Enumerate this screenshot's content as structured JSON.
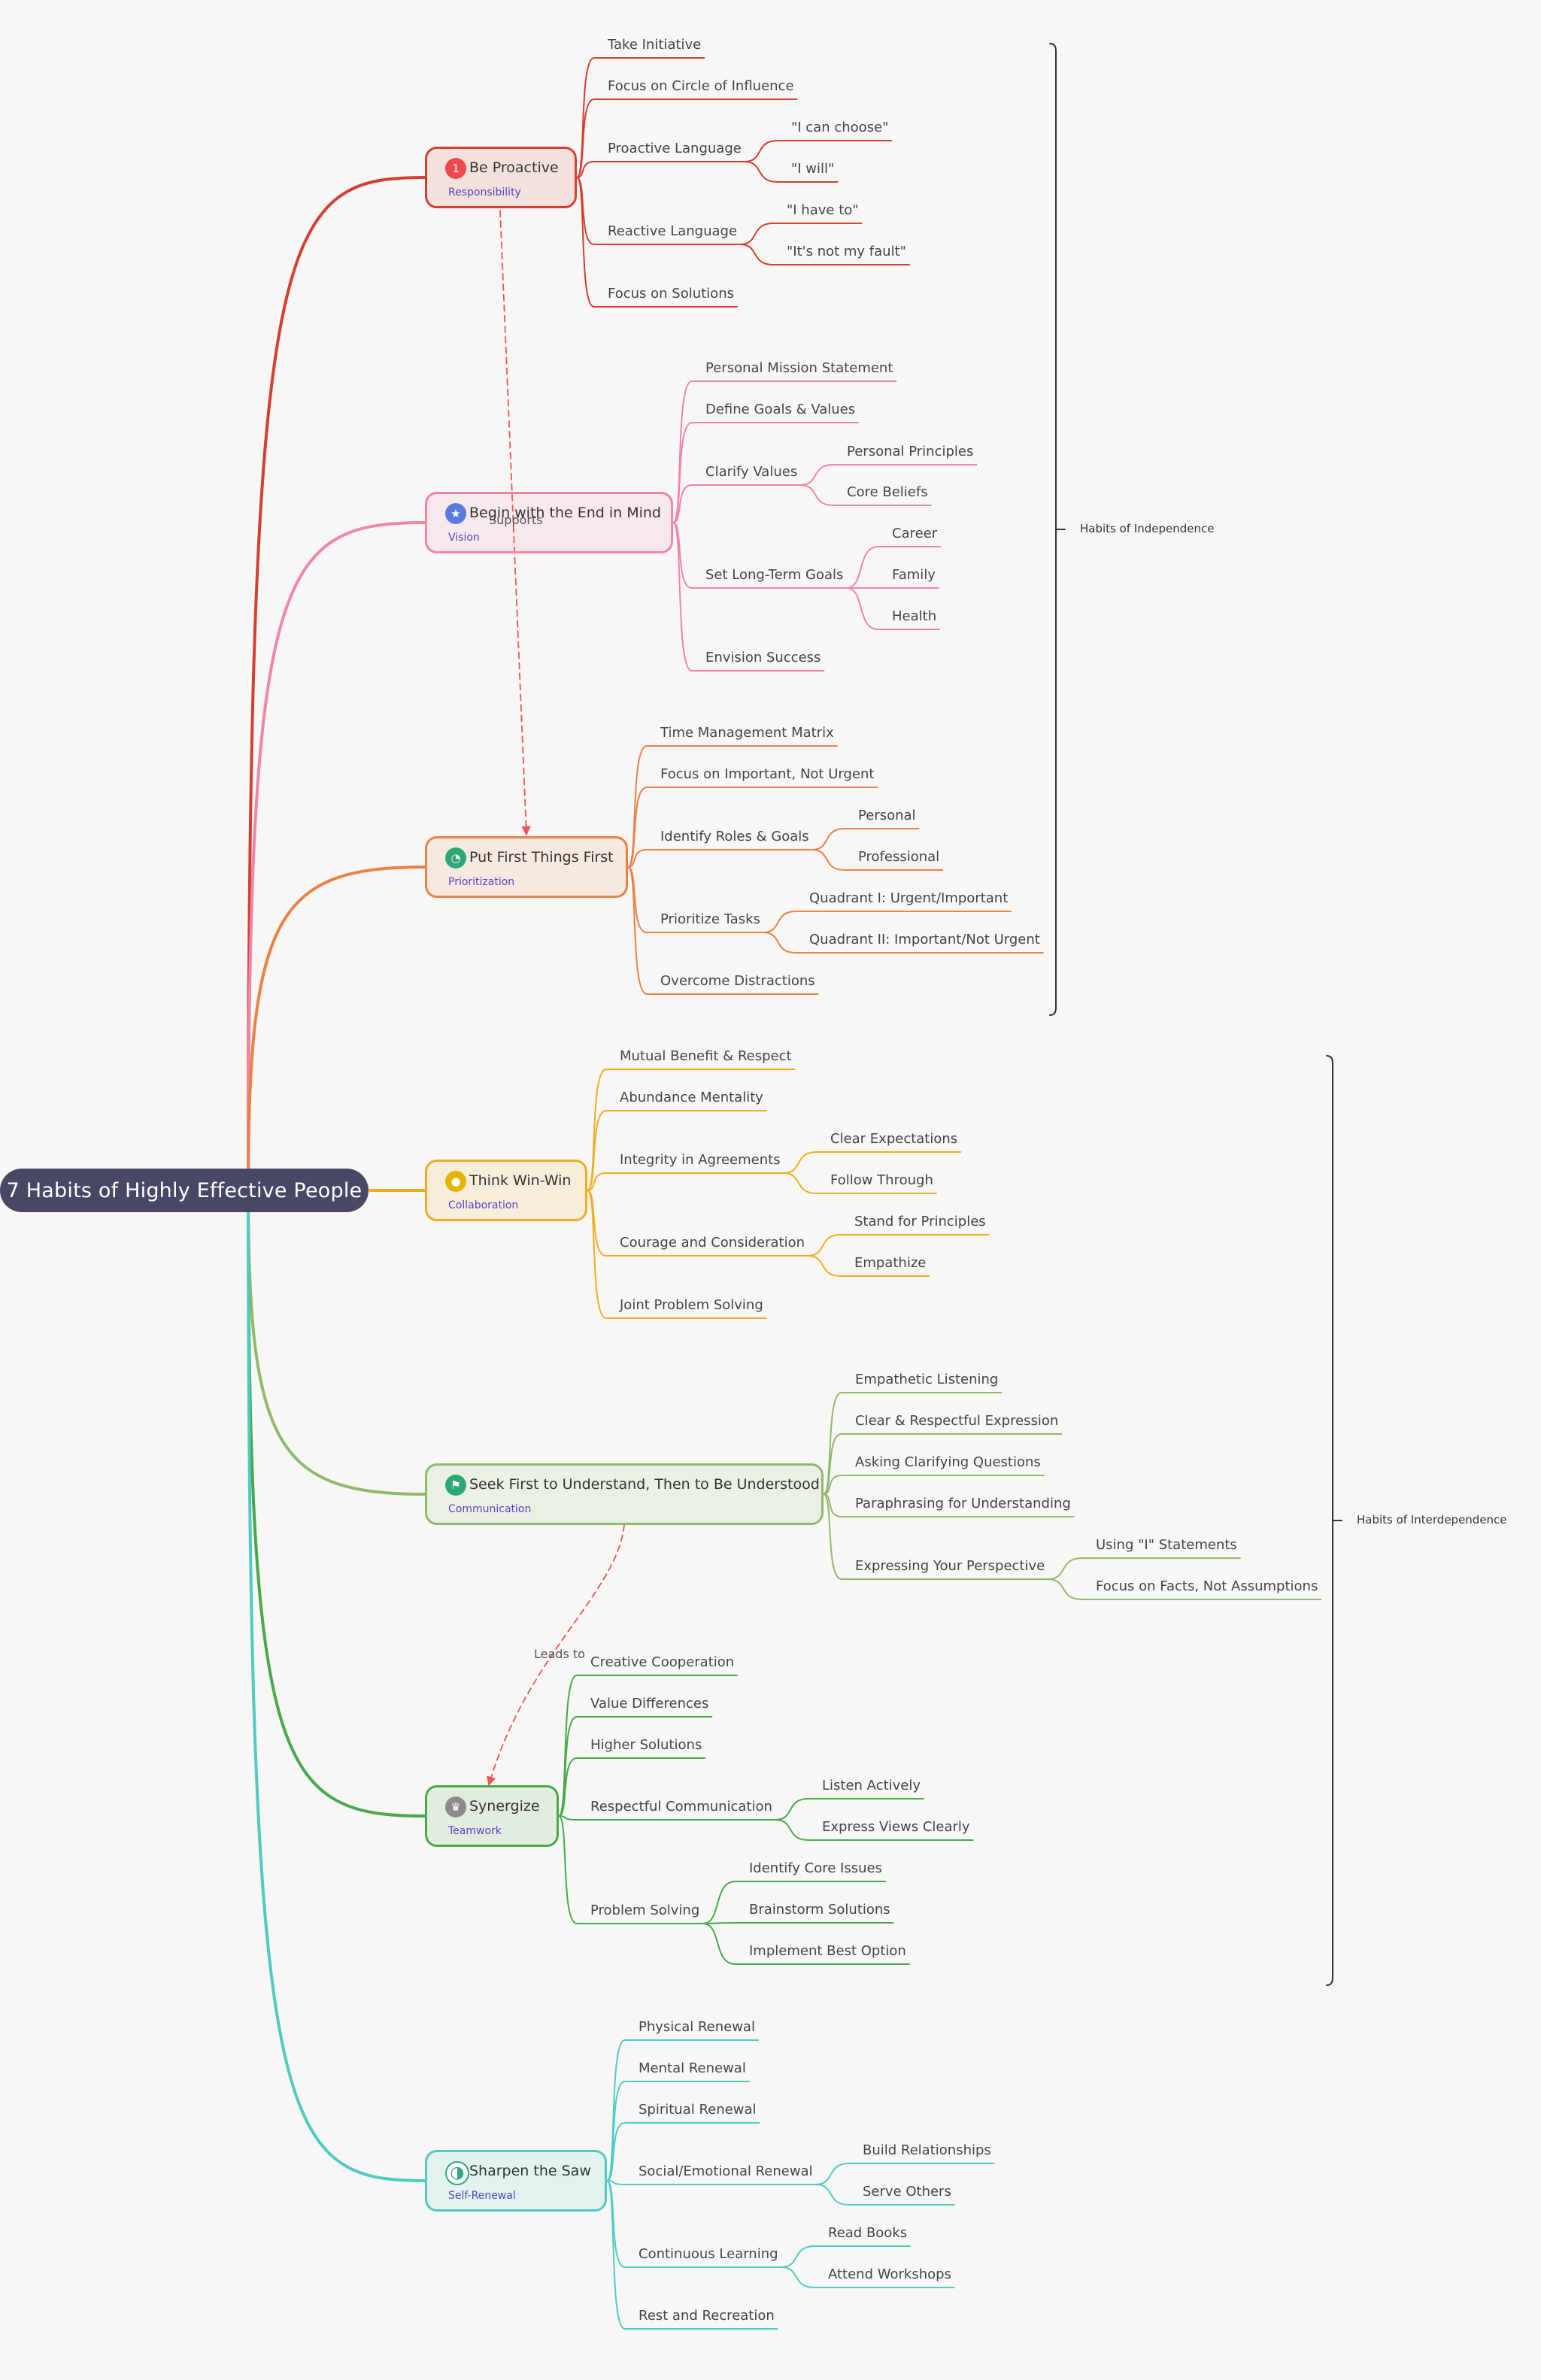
{
  "title": "7 Habits of Highly Effective People",
  "colors": {
    "root_bg": "#474866",
    "habit1": "#d53e33",
    "habit2": "#ef86a6",
    "habit3": "#e98247",
    "habit4": "#f0ad24",
    "habit5": "#8fba6e",
    "habit6": "#47a84e",
    "habit7": "#4fcbc4",
    "relation": "#ea5555",
    "subtitle": "#5b3fc4"
  },
  "habits": [
    {
      "name": "Be Proactive",
      "subtitle": "Responsibility",
      "icon": "number-one-icon",
      "children": [
        {
          "label": "Take Initiative"
        },
        {
          "label": "Focus on Circle of Influence"
        },
        {
          "label": "Proactive Language",
          "children": [
            {
              "label": "\"I can choose\""
            },
            {
              "label": "\"I will\""
            }
          ]
        },
        {
          "label": "Reactive Language",
          "children": [
            {
              "label": "\"I have to\""
            },
            {
              "label": "\"It's not my fault\""
            }
          ]
        },
        {
          "label": "Focus on Solutions"
        }
      ]
    },
    {
      "name": "Begin with the End in Mind",
      "subtitle": "Vision",
      "icon": "star-icon",
      "children": [
        {
          "label": "Personal Mission Statement"
        },
        {
          "label": "Define Goals & Values"
        },
        {
          "label": "Clarify Values",
          "children": [
            {
              "label": "Personal Principles"
            },
            {
              "label": "Core Beliefs"
            }
          ]
        },
        {
          "label": "Set Long-Term Goals",
          "children": [
            {
              "label": "Career"
            },
            {
              "label": "Family"
            },
            {
              "label": "Health"
            }
          ]
        },
        {
          "label": "Envision Success"
        }
      ]
    },
    {
      "name": "Put First Things First",
      "subtitle": "Prioritization",
      "icon": "pie-chart-icon",
      "children": [
        {
          "label": "Time Management Matrix"
        },
        {
          "label": "Focus on Important, Not Urgent"
        },
        {
          "label": "Identify Roles & Goals",
          "children": [
            {
              "label": "Personal"
            },
            {
              "label": "Professional"
            }
          ]
        },
        {
          "label": "Prioritize Tasks",
          "children": [
            {
              "label": "Quadrant I: Urgent/Important"
            },
            {
              "label": "Quadrant II: Important/Not Urgent"
            }
          ]
        },
        {
          "label": "Overcome Distractions"
        }
      ]
    },
    {
      "name": "Think Win-Win",
      "subtitle": "Collaboration",
      "icon": "person-icon",
      "children": [
        {
          "label": "Mutual Benefit & Respect"
        },
        {
          "label": "Abundance Mentality"
        },
        {
          "label": "Integrity in Agreements",
          "children": [
            {
              "label": "Clear Expectations"
            },
            {
              "label": "Follow Through"
            }
          ]
        },
        {
          "label": "Courage and Consideration",
          "children": [
            {
              "label": "Stand for Principles"
            },
            {
              "label": "Empathize"
            }
          ]
        },
        {
          "label": "Joint Problem Solving"
        }
      ]
    },
    {
      "name": "Seek First to Understand, Then to Be Understood",
      "subtitle": "Communication",
      "icon": "flag-icon",
      "children": [
        {
          "label": "Empathetic Listening"
        },
        {
          "label": "Clear & Respectful Expression"
        },
        {
          "label": "Asking Clarifying Questions"
        },
        {
          "label": "Paraphrasing for Understanding"
        },
        {
          "label": "Expressing Your Perspective",
          "children": [
            {
              "label": "Using \"I\" Statements"
            },
            {
              "label": "Focus on Facts, Not Assumptions"
            }
          ]
        }
      ]
    },
    {
      "name": "Synergize",
      "subtitle": "Teamwork",
      "icon": "trophy-icon",
      "children": [
        {
          "label": "Creative Cooperation"
        },
        {
          "label": "Value Differences"
        },
        {
          "label": "Higher Solutions"
        },
        {
          "label": "Respectful Communication",
          "children": [
            {
              "label": "Listen Actively"
            },
            {
              "label": "Express Views Clearly"
            }
          ]
        },
        {
          "label": "Problem Solving",
          "children": [
            {
              "label": "Identify Core Issues"
            },
            {
              "label": "Brainstorm Solutions"
            },
            {
              "label": "Implement Best Option"
            }
          ]
        }
      ]
    },
    {
      "name": "Sharpen the Saw",
      "subtitle": "Self-Renewal",
      "icon": "half-circle-icon",
      "children": [
        {
          "label": "Physical Renewal"
        },
        {
          "label": "Mental Renewal"
        },
        {
          "label": "Spiritual Renewal"
        },
        {
          "label": "Social/Emotional Renewal",
          "children": [
            {
              "label": "Build Relationships"
            },
            {
              "label": "Serve Others"
            }
          ]
        },
        {
          "label": "Continuous Learning",
          "children": [
            {
              "label": "Read Books"
            },
            {
              "label": "Attend Workshops"
            }
          ]
        },
        {
          "label": "Rest and Recreation"
        }
      ]
    }
  ],
  "summaries": [
    {
      "label": "Habits of Independence"
    },
    {
      "label": "Habits of Interdependence"
    }
  ],
  "relations": [
    {
      "label": "Supports"
    },
    {
      "label": "Leads to"
    }
  ]
}
